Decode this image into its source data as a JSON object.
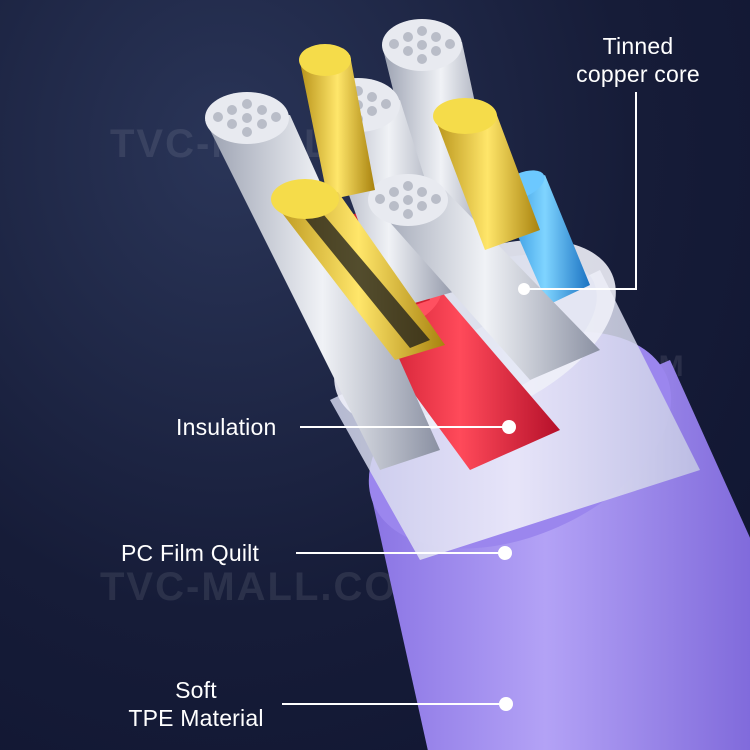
{
  "labels": {
    "tinned": {
      "line1": "Tinned",
      "line2": "copper core"
    },
    "insulation": "Insulation",
    "pc_film": "PC Film Quilt",
    "tpe": {
      "line1": "Soft",
      "line2": "TPE Material"
    }
  },
  "watermark": "TVC-MALL.COM",
  "colors": {
    "background": "#161c38",
    "jacket": "#a08cf0",
    "film": "#e4e7f6",
    "insulation_red": "#e8243a",
    "insulation_blue": "#35a8f0",
    "yellow_core": "#f2d43a",
    "silver_core": "#d8dbe4"
  }
}
